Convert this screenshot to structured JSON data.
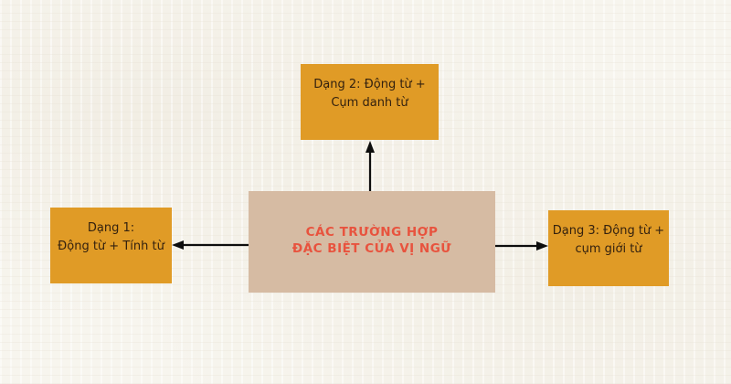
{
  "diagram": {
    "title_node": {
      "line1": "CÁC TRƯỜNG HỢP",
      "line2": "ĐẶC BIỆT CỦA VỊ NGỮ"
    },
    "nodes": {
      "dang2": {
        "line1": "Dạng 2: Động từ +",
        "line2": "Cụm danh từ"
      },
      "dang1": {
        "line1": "Dạng 1:",
        "line2": "Động từ + Tính từ"
      },
      "dang3": {
        "line1": "Dạng 3: Động từ +",
        "line2": "cụm giới từ"
      }
    },
    "colors": {
      "background": "#F7F5EE",
      "node_bg": "#E09B26",
      "center_bg": "#D6BBA3",
      "center_text": "#E8533E",
      "node_text": "#33210F",
      "arrow": "#0E0E0E"
    }
  }
}
